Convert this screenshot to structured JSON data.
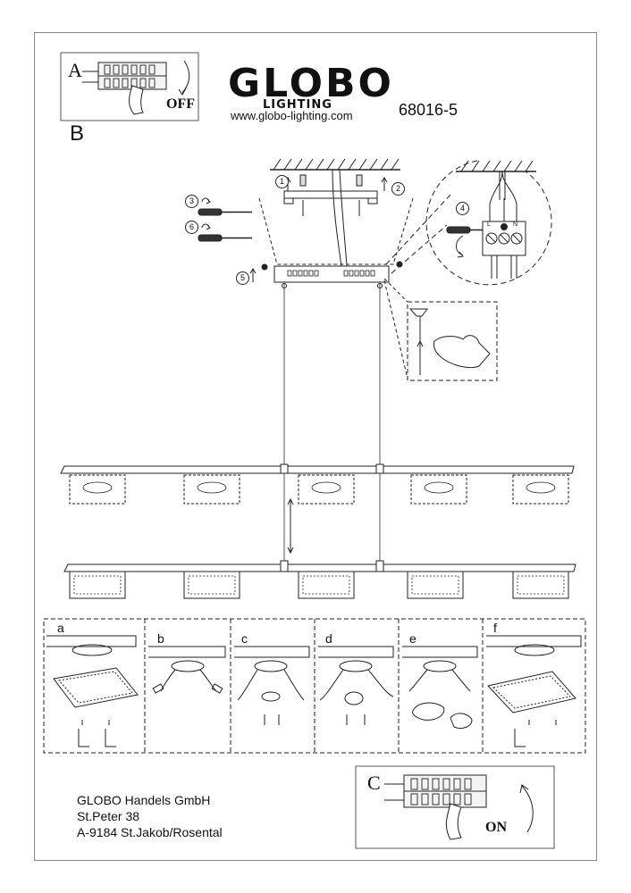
{
  "header": {
    "brand": "GLOBO",
    "brand_sub": "LIGHTING",
    "website": "www.globo-lighting.com",
    "model": "68016-5"
  },
  "panels": {
    "a_label": "A",
    "a_switch": "OFF",
    "b_label": "B",
    "c_label": "C",
    "c_switch": "ON"
  },
  "callouts": [
    "1",
    "2",
    "3",
    "4",
    "5",
    "6"
  ],
  "wiring_terminals": [
    "L",
    "N"
  ],
  "steps": [
    "a",
    "b",
    "c",
    "d",
    "e",
    "f"
  ],
  "footer": {
    "company": "GLOBO Handels GmbH",
    "street": "St.Peter 38",
    "city": "A-9184 St.Jakob/Rosental"
  }
}
